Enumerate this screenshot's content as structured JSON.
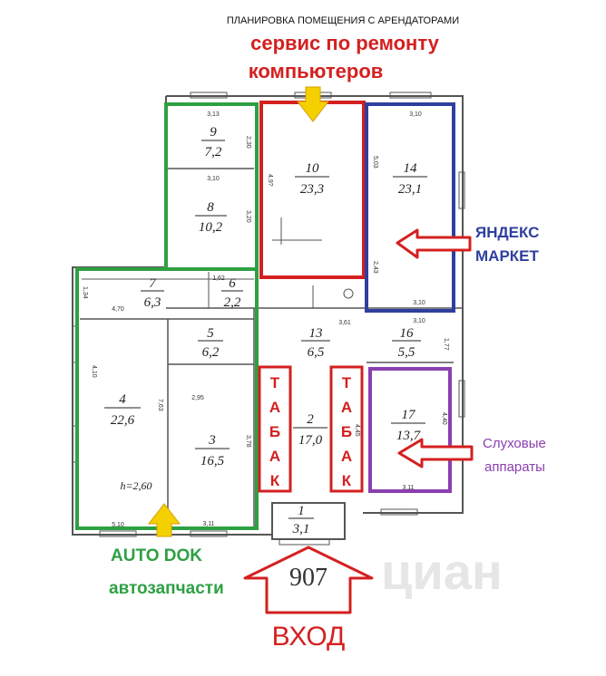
{
  "header": {
    "title": "ПЛАНИРОВКА ПОМЕЩЕНИЯ С АРЕНДАТОРАМИ"
  },
  "tenants": {
    "computer_service": {
      "line1": "сервис по ремонту",
      "line2": "компьютеров",
      "color": "#d42020"
    },
    "yandex_market": {
      "line1": "ЯНДЕКС",
      "line2": "МАРКЕТ",
      "color": "#2e3f9e"
    },
    "hearing_aids": {
      "line1": "Слуховые",
      "line2": "аппараты",
      "color": "#8a3fb0"
    },
    "auto_dok": {
      "line1": "AUTO DOK",
      "line2": "автозапчасти",
      "color": "#2ea043"
    },
    "tobacco_left": {
      "letters": [
        "Т",
        "А",
        "Б",
        "А",
        "К"
      ],
      "color": "#d42020"
    },
    "tobacco_right": {
      "letters": [
        "Т",
        "А",
        "Б",
        "А",
        "К"
      ],
      "color": "#d42020"
    }
  },
  "entrance": {
    "number": "907",
    "label": "ВХОД",
    "color": "#d42020"
  },
  "height_note": "h=2,60",
  "watermark": "циан",
  "rooms": [
    {
      "id": "9",
      "area": "7,2"
    },
    {
      "id": "8",
      "area": "10,2"
    },
    {
      "id": "10",
      "area": "23,3"
    },
    {
      "id": "14",
      "area": "23,1"
    },
    {
      "id": "7",
      "area": "6,3"
    },
    {
      "id": "6",
      "area": "2,2"
    },
    {
      "id": "5",
      "area": "6,2"
    },
    {
      "id": "13",
      "area": "6,5"
    },
    {
      "id": "16",
      "area": "5,5"
    },
    {
      "id": "4",
      "area": "22,6"
    },
    {
      "id": "3",
      "area": "16,5"
    },
    {
      "id": "2",
      "area": "17,0"
    },
    {
      "id": "17",
      "area": "13,7"
    },
    {
      "id": "1",
      "area": "3,1"
    }
  ],
  "dimensions": [
    "3,13",
    "2,30",
    "3,10",
    "3,20",
    "3,10",
    "5,03",
    "4,9?",
    "1,62",
    "1,34",
    "4,70",
    "3,61",
    "3,10",
    "2,43",
    "3,10",
    "4,10",
    "7,63",
    "2,95",
    "3,78",
    "1,77",
    "5,10",
    "3,11",
    "4,45",
    "4,40",
    "3,11"
  ],
  "colors": {
    "green": "#2ea043",
    "red": "#d42020",
    "blue": "#2e3f9e",
    "purple": "#8a3fb0",
    "yellow": "#f5d000",
    "wall": "#444444"
  }
}
